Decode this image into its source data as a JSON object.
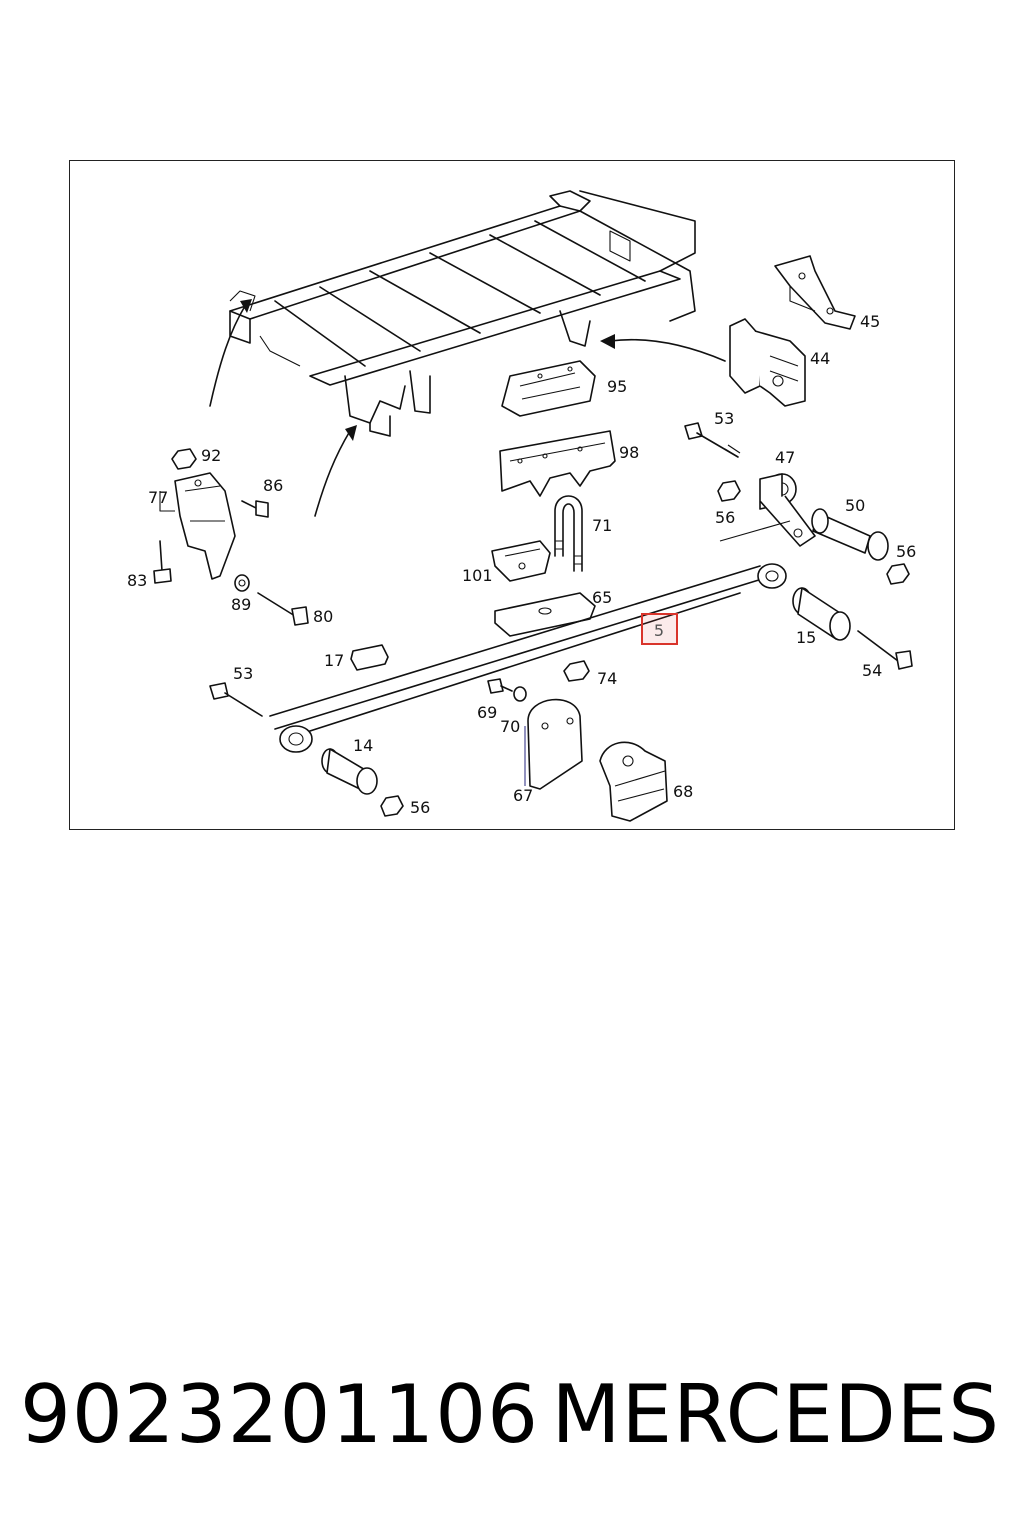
{
  "footer": {
    "part_number": "9023201106",
    "brand": "MERCEDES"
  },
  "diagram": {
    "highlighted_part": "5",
    "callouts": [
      "45",
      "44",
      "95",
      "98",
      "53",
      "47",
      "50",
      "56",
      "92",
      "86",
      "77",
      "71",
      "83",
      "101",
      "89",
      "80",
      "65",
      "15",
      "54",
      "17",
      "5",
      "53",
      "74",
      "69",
      "70",
      "14",
      "67",
      "68",
      "56",
      "56"
    ]
  }
}
